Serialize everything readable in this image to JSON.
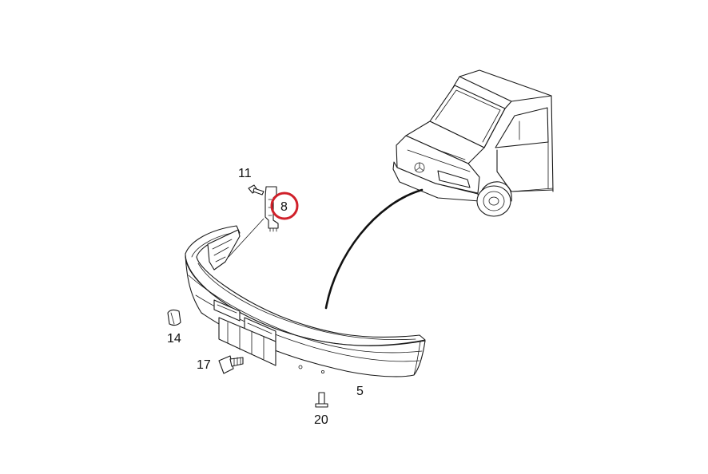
{
  "diagram": {
    "callouts": [
      {
        "id": "c11",
        "label": "11"
      },
      {
        "id": "c8",
        "label": "8",
        "highlighted": true
      },
      {
        "id": "c14",
        "label": "14"
      },
      {
        "id": "c17",
        "label": "17"
      },
      {
        "id": "c5",
        "label": "5"
      },
      {
        "id": "c20",
        "label": "20"
      }
    ],
    "colors": {
      "line": "#1a1a1a",
      "highlight_circle": "#d0202a",
      "background": "#ffffff"
    },
    "icons": [
      "van-front-illustration",
      "front-bumper-part",
      "mounting-bracket",
      "bolt",
      "clip",
      "screw",
      "pin-fastener"
    ]
  }
}
